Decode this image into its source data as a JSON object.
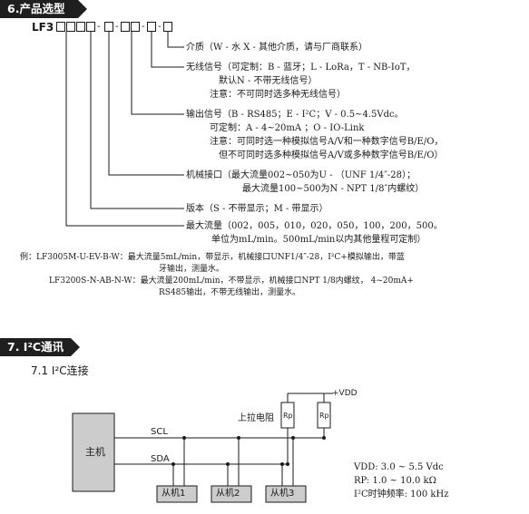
{
  "section6": {
    "title": "6.产品选型",
    "model_prefix": "LF3",
    "dash": "-",
    "desc": [
      {
        "lines": [
          "介质（W - 水 X - 其他介质，请与厂商联系）"
        ]
      },
      {
        "lines": [
          "无线信号（可定制：B - 蓝牙；L - LoRa，T - NB-IoT，",
          "默认N - 不带无线信号）",
          "注意：不可同时选多种无线信号）"
        ]
      },
      {
        "lines": [
          "输出信号（B - RS485；E - I²C；V - 0.5~4.5Vdc。",
          "可定制：A - 4~20mA ；O - IO-Link",
          "注意：可同时选一种模拟信号A/V和一种数字信号B/E/O，",
          "但不可同时选多种模拟信号A/V或多种数字信号B/E/O）"
        ]
      },
      {
        "lines": [
          "机械接口（最大流量002~050为U - （UNF 1/4″-28）；",
          "最大流量100~500为N - NPT 1/8″内螺纹）"
        ]
      },
      {
        "lines": [
          "版本（S - 不带显示；M - 带显示）"
        ]
      },
      {
        "lines": [
          "最大流量（002，005，010，020，050，100，200，500。",
          "单位为mL/min。500mL/min以内其他量程可定制）"
        ]
      }
    ],
    "examples": [
      {
        "label": "例：LF3005M-U-EV-B-W：",
        "lines": [
          "最大流量5mL/min，带显示，机械接口UNF1/4″-28，I²C+模拟输出，带蓝",
          "牙输出，测量水。"
        ]
      },
      {
        "label": "LF3200S-N-AB-N-W：",
        "lines": [
          "最大流量200mL/min，不带显示，机械接口NPT 1/8内螺纹， 4~20mA+",
          "RS485输出，不带无线输出，测量水。"
        ]
      }
    ]
  },
  "section7": {
    "title": "7. I²C通讯",
    "subtitle": "7.1 I²C连接",
    "diagram": {
      "master": "主机",
      "scl": "SCL",
      "sda": "SDA",
      "pullup_label": "上拉电阻",
      "rp1": "Rp",
      "rp2": "Rp",
      "vdd": "+VDD",
      "slaves": [
        "从机1",
        "从机2",
        "从机3"
      ]
    },
    "specs": [
      "VDD: 3.0 ~ 5.5 Vdc",
      "RP: 1.0 ~ 10.0 kΩ",
      "I²C时钟频率: 100 kHz"
    ]
  },
  "colors": {
    "header_bg": "#1f1f1f",
    "box_fill": "#cccccc",
    "line": "#1a1a1a"
  }
}
